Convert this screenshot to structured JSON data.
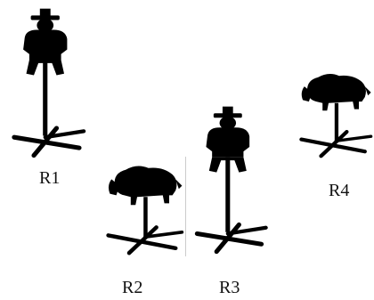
{
  "figure": {
    "stands": [
      {
        "label": "R1",
        "silhouette": "cowboy-silhouette"
      },
      {
        "label": "R2",
        "silhouette": "bison-silhouette"
      },
      {
        "label": "R3",
        "silhouette": "cowboy-silhouette"
      },
      {
        "label": "R4",
        "silhouette": "bison-silhouette"
      }
    ],
    "colors": {
      "silhouette": "#000000",
      "background": "#ffffff",
      "label": "#111111"
    }
  }
}
